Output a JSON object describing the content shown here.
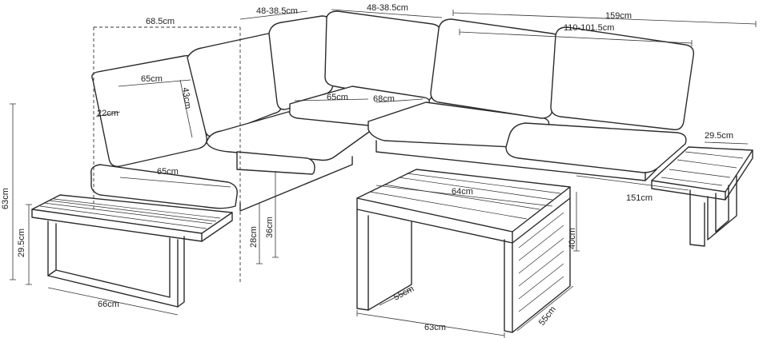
{
  "dimensions": {
    "module_width": "68.5cm",
    "back_top_left": "48-38.5cm",
    "back_top_mid": "48-38.5cm",
    "total_length": "159cm",
    "sofa_depth_range": "110-101.5cm",
    "seat_depth_left": "65cm",
    "back_height": "43cm",
    "armrest_width": "22cm",
    "seat_depth_corner": "65cm",
    "seat_width_corner": "68cm",
    "side_table_width_right": "29.5cm",
    "seat_width_left": "65cm",
    "frame_length_right": "151cm",
    "total_height": "63cm",
    "table_top_depth": "64cm",
    "seat_height": "28cm",
    "seat_height_cushion": "36cm",
    "side_table_height": "29.5cm",
    "table_height": "40cm",
    "table_leg_depth": "55cm",
    "side_table_length": "66cm",
    "table_width": "63cm",
    "table_depth": "55cm"
  }
}
